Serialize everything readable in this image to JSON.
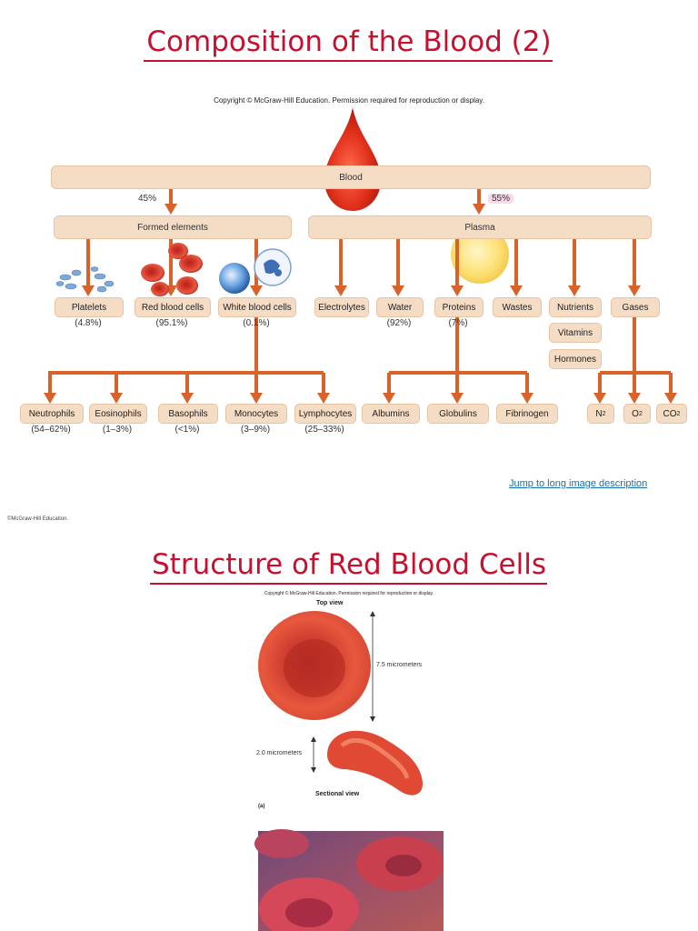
{
  "slide1": {
    "title": "Composition of the Blood (2)",
    "copyright": "Copyright © McGraw-Hill Education. Permission required for reproduction or display.",
    "blood": "Blood",
    "pct_formed": "45%",
    "pct_plasma": "55%",
    "formed_elements": "Formed elements",
    "plasma": "Plasma",
    "platelets": "Platelets",
    "platelets_pct": "(4.8%)",
    "rbc": "Red blood cells",
    "rbc_pct": "(95.1%)",
    "wbc": "White blood cells",
    "wbc_pct": "(0.1%)",
    "electrolytes": "Electrolytes",
    "water": "Water",
    "water_pct": "(92%)",
    "proteins": "Proteins",
    "proteins_pct": "(7%)",
    "wastes": "Wastes",
    "nutrients": "Nutrients",
    "vitamins": "Vitamins",
    "hormones": "Hormones",
    "gases": "Gases",
    "neutrophils": "Neutrophils",
    "neutrophils_pct": "(54–62%)",
    "eosinophils": "Eosinophils",
    "eosinophils_pct": "(1–3%)",
    "basophils": "Basophils",
    "basophils_pct": "(<1%)",
    "monocytes": "Monocytes",
    "monocytes_pct": "(3–9%)",
    "lymphocytes": "Lymphocytes",
    "lymphocytes_pct": "(25–33%)",
    "albumins": "Albumins",
    "globulins": "Globulins",
    "fibrinogen": "Fibrinogen",
    "n2": "N",
    "o2": "O",
    "co2": "CO",
    "sub2": "2",
    "link": "Jump to long image description",
    "footer": "©McGraw-Hill Education."
  },
  "slide2": {
    "title": "Structure of Red Blood Cells",
    "copyright": "Copyright © McGraw-Hill Education. Permission required for reproduction or display.",
    "top_view": "Top view",
    "diameter": "7.5 micrometers",
    "thickness": "2.0 micrometers",
    "sectional_view": "Sectional view",
    "panel": "(a)"
  },
  "colors": {
    "title_red": "#c8102e",
    "arrow_orange": "#d9622b",
    "box_fill": "#f5dcc4"
  }
}
